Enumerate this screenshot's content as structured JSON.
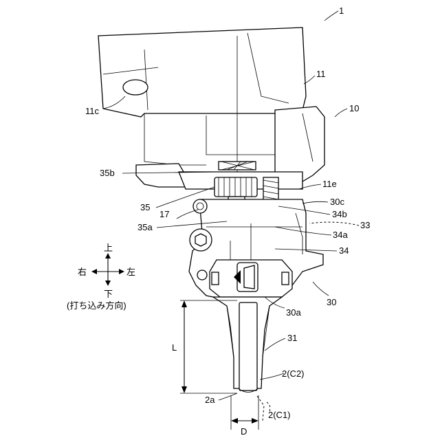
{
  "figure": {
    "labels": {
      "l1": "1",
      "l10": "10",
      "l11": "11",
      "l11c": "11c",
      "l11e": "11e",
      "l17": "17",
      "l2a": "2a",
      "l2c1": "2(C1)",
      "l2c2": "2(C2)",
      "l30": "30",
      "l30a": "30a",
      "l30c": "30c",
      "l31": "31",
      "l33": "33",
      "l34": "34",
      "l34a": "34a",
      "l34b": "34b",
      "l35": "35",
      "l35a": "35a",
      "l35b": "35b",
      "dimL": "L",
      "dimD": "D"
    },
    "directions": {
      "up": "上",
      "down": "下",
      "left": "左",
      "right": "右",
      "drive_direction": "(打ち込み方向)"
    }
  }
}
